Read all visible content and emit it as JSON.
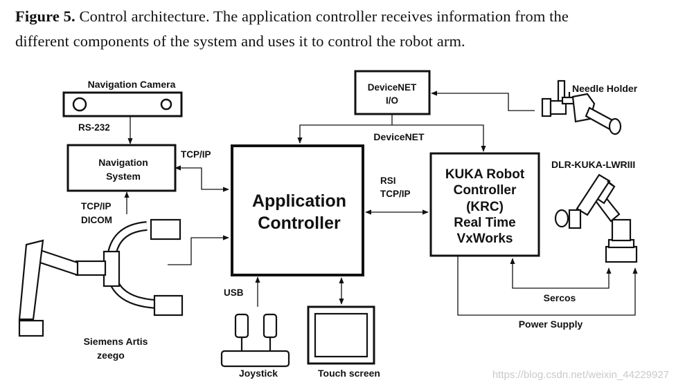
{
  "caption": {
    "figure_label": "Figure 5.",
    "text_line1": " Control architecture. The application controller receives information from the",
    "text_line2": "different components of the system and uses it to control the robot arm."
  },
  "nodes": {
    "navigation_camera": "Navigation Camera",
    "navigation_system_l1": "Navigation",
    "navigation_system_l2": "System",
    "devicenet_io_l1": "DeviceNET",
    "devicenet_io_l2": "I/O",
    "needle_holder": "Needle Holder",
    "application_controller_l1": "Application",
    "application_controller_l2": "Controller",
    "krc_l1": "KUKA Robot",
    "krc_l2": "Controller",
    "krc_l3": "(KRC)",
    "krc_l4": "Real Time",
    "krc_l5": "VxWorks",
    "dlr_arm": "DLR-KUKA-LWRIII",
    "siemens_l1": "Siemens Artis",
    "siemens_l2": "zeego",
    "joystick": "Joystick",
    "touch_screen": "Touch screen"
  },
  "edges": {
    "rs232": "RS-232",
    "tcpip_nav": "TCP/IP",
    "tcpip_dicom_l1": "TCP/IP",
    "tcpip_dicom_l2": "DICOM",
    "devicenet_bus": "DeviceNET",
    "rsi_l1": "RSI",
    "rsi_l2": "TCP/IP",
    "usb": "USB",
    "sercos": "Sercos",
    "power_supply": "Power Supply"
  },
  "watermark": "https://blog.csdn.net/weixin_44229927"
}
